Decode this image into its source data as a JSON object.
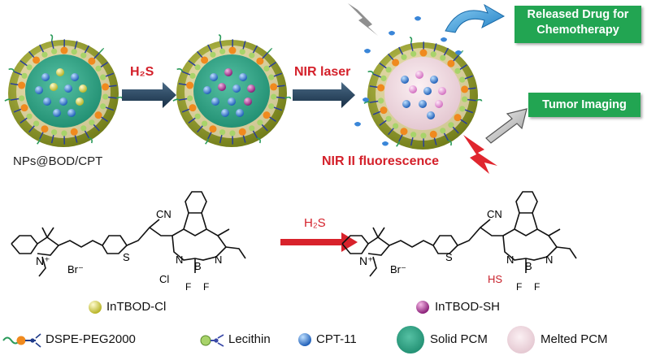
{
  "top": {
    "np_label": "NPs@BOD/CPT",
    "step1_label": "H₂S",
    "step2_label": "NIR laser",
    "fluorescence_label": "NIR II fluorescence",
    "released_box": "Released Drug for Chemotherapy",
    "imaging_box": "Tumor Imaging"
  },
  "reaction": {
    "arrow_label": "H₂S",
    "left_name": "InTBOD-Cl",
    "right_name": "InTBOD-SH",
    "left_sub": "Cl",
    "right_sub": "HS",
    "counterion": "Br⁻",
    "nitrile": "CN",
    "boron": "B",
    "fluorine": "F",
    "nitrogen": "N",
    "n_plus": "N⁺",
    "sulfur": "S"
  },
  "legend": [
    {
      "label": "DSPE-PEG2000"
    },
    {
      "label": "Lecithin"
    },
    {
      "label": "CPT-11"
    },
    {
      "label": "Solid PCM"
    },
    {
      "label": "Melted PCM"
    }
  ],
  "colors": {
    "arrow_dark": "#1f3b55",
    "red": "#d4202a",
    "green_box": "#22a552",
    "solid_pcm": "#2aa384",
    "melted_pcm": "#f0d9de",
    "core_olive": "#8f9a2a",
    "lipid_orange": "#f08a1e",
    "drug_blue": "#3a86d8",
    "yellow_dye": "#e9e45a",
    "purple_dye": "#b1389b"
  }
}
